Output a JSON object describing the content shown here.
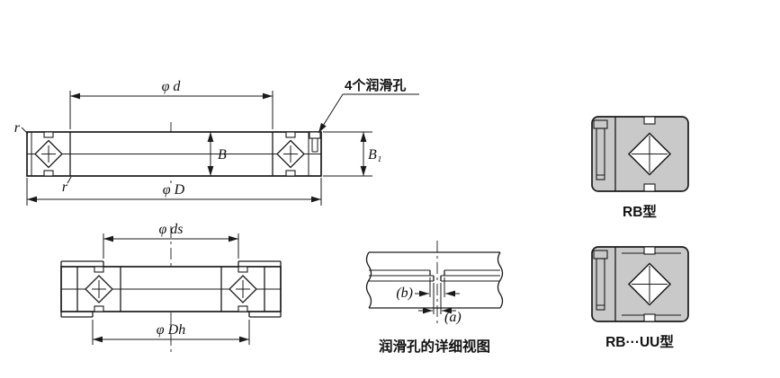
{
  "figure": {
    "main_view": {
      "dim_inner_diameter": "φ d",
      "lube_holes_note": "4个润滑孔",
      "dim_width": "B",
      "dim_width_outer": "B₁",
      "fillet_top": "r",
      "fillet_bottom": "r",
      "dim_outer_diameter": "φ D"
    },
    "mounting_view": {
      "dim_shaft_seat": "φ ds",
      "dim_housing_bore": "φ Dh"
    },
    "detail_view": {
      "dim_b": "(b)",
      "dim_a": "(a)",
      "caption": "润滑孔的详细视图"
    },
    "section_views": {
      "rb_caption": "RB型",
      "rbuu_caption": "RB···UU型"
    },
    "colors": {
      "line": "#1a1a1a",
      "section_fill": "#c9c9c9",
      "background": "#ffffff"
    }
  }
}
